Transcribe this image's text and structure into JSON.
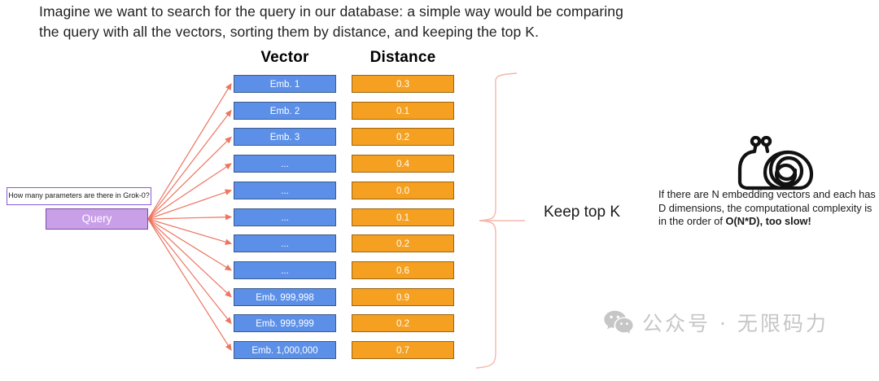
{
  "intro": {
    "line1": "Imagine we want to search for the query in our database: a simple way would be comparing",
    "line2": "the query with all the vectors, sorting them by distance, and keeping the top K."
  },
  "headers": {
    "vector": "Vector",
    "distance": "Distance"
  },
  "rows": [
    {
      "vector": "Emb. 1",
      "distance": "0.3"
    },
    {
      "vector": "Emb. 2",
      "distance": "0.1"
    },
    {
      "vector": "Emb. 3",
      "distance": "0.2"
    },
    {
      "vector": "...",
      "distance": "0.4"
    },
    {
      "vector": "...",
      "distance": "0.0"
    },
    {
      "vector": "...",
      "distance": "0.1"
    },
    {
      "vector": "...",
      "distance": "0.2"
    },
    {
      "vector": "...",
      "distance": "0.6"
    },
    {
      "vector": "Emb. 999,998",
      "distance": "0.9"
    },
    {
      "vector": "Emb. 999,999",
      "distance": "0.2"
    },
    {
      "vector": "Emb. 1,000,000",
      "distance": "0.7"
    }
  ],
  "query": {
    "question": "How many parameters are there in Grok-0?",
    "label": "Query"
  },
  "keep_top_k": "Keep top K",
  "note": {
    "part1": "If there are N embedding vectors and each has D dimensions, the computational complexity is in the order of ",
    "bold": "O(N*D), too slow!"
  },
  "watermark": {
    "text": "公众号 · 无限码力",
    "icon": "wechat-icon"
  },
  "icons": {
    "snail": "snail-icon"
  },
  "colors": {
    "vector_fill": "#5B8FE8",
    "vector_border": "#3C5A8A",
    "distance_fill": "#F5A020",
    "distance_border": "#9C6410",
    "query_fill": "#C9A0E8",
    "query_border": "#7B4AA8",
    "arrow": "#ED7661",
    "brace": "#F3B8AC",
    "watermark": "#c6c6c6"
  }
}
